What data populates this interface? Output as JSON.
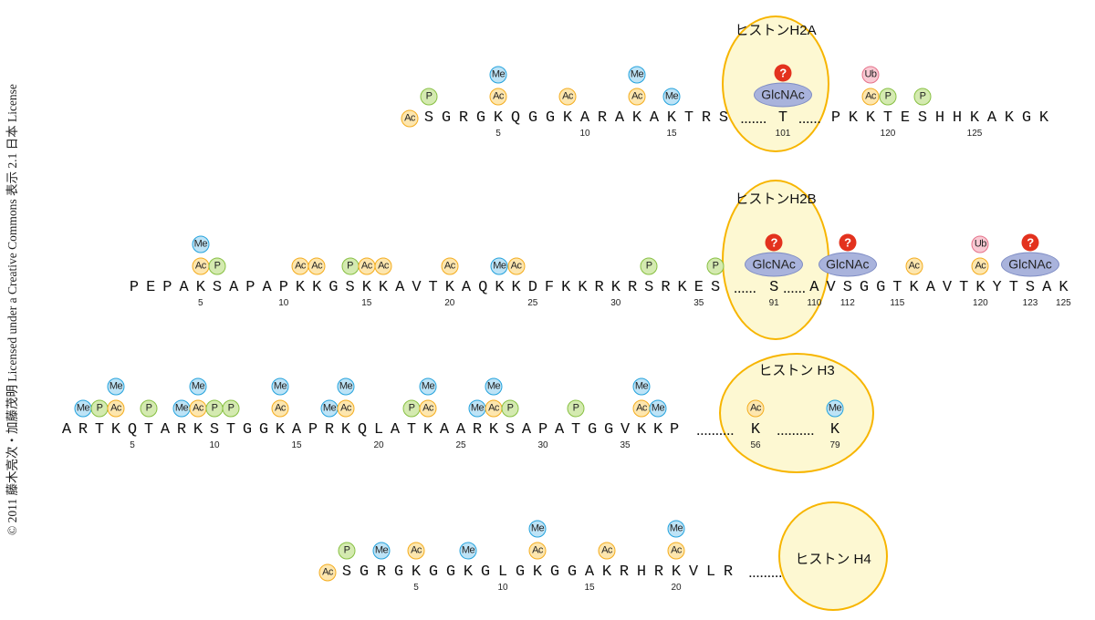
{
  "copyright": "© 2011 藤木亮次・加藤茂明 Licensed under a Creative Commons 表示 2.1 日本 License",
  "colors": {
    "Ac": "#f4ad1f",
    "P": "#88c043",
    "Me": "#25a3dd",
    "Ub": "#e5728a",
    "GlcNAc": "#7e8cc4",
    "unknown": "#e3321e",
    "highlight": "#f7b500"
  },
  "rows": [
    {
      "title": "ヒストンH2A",
      "nterm": [
        "Ac"
      ],
      "segments": [
        {
          "seq": "SGRGKQGGKARAKAKTRS",
          "start": 1
        },
        {
          "dots": "......."
        },
        {
          "seq": "T",
          "start": 101
        },
        {
          "dots": "......"
        },
        {
          "seq": "PKKTESHHKAKGK",
          "start": 117
        }
      ],
      "mods": {
        "1": [
          "P"
        ],
        "5": [
          "Ac",
          "Me"
        ],
        "9": [
          "Ac"
        ],
        "13": [
          "Ac",
          "Me"
        ],
        "15": [
          "Me"
        ],
        "101": [
          "GlcNAc",
          "?"
        ],
        "119": [
          "Ac",
          "Ub"
        ],
        "120": [
          "P"
        ],
        "122": [
          "P"
        ]
      },
      "labels": [
        5,
        10,
        15,
        101,
        120,
        125
      ]
    },
    {
      "title": "ヒストンH2B",
      "nterm": [],
      "segments": [
        {
          "seq": "PEPAKSAPAPKKGSKKAVTKAQKKDFKKRKRSRKES",
          "start": 1
        },
        {
          "dots": "......"
        },
        {
          "seq": "S",
          "start": 91
        },
        {
          "dots": "......"
        },
        {
          "seq": "AVSGGTKAVTKYTSAK",
          "start": 110
        }
      ],
      "mods": {
        "5": [
          "Ac",
          "Me"
        ],
        "6": [
          "P"
        ],
        "11": [
          "Ac"
        ],
        "12": [
          "Ac"
        ],
        "14": [
          "P"
        ],
        "15": [
          "Ac"
        ],
        "16": [
          "Ac"
        ],
        "20": [
          "Ac"
        ],
        "23": [
          "Me"
        ],
        "24": [
          "Ac"
        ],
        "32": [
          "P"
        ],
        "36": [
          "P"
        ],
        "91": [
          "GlcNAc",
          "?"
        ],
        "112": [
          "GlcNAc",
          "?"
        ],
        "116": [
          "Ac"
        ],
        "120": [
          "Ac",
          "Ub"
        ],
        "123": [
          "GlcNAc",
          "?"
        ]
      },
      "labels": [
        5,
        10,
        15,
        20,
        25,
        30,
        35,
        91,
        110,
        112,
        115,
        120,
        123,
        125
      ]
    },
    {
      "title": "ヒストン H3",
      "nterm": [],
      "segments": [
        {
          "seq": "ARTKQTARKSTGGKAPRKQLATKAARKSAPATGGVKKP",
          "start": 1
        },
        {
          "dots": ".........."
        },
        {
          "seq": "K",
          "start": 56
        },
        {
          "dots": ".........."
        },
        {
          "seq": "K",
          "start": 79
        }
      ],
      "mods": {
        "2": [
          "Me"
        ],
        "3": [
          "P"
        ],
        "4": [
          "Ac",
          "Me"
        ],
        "6": [
          "P"
        ],
        "8": [
          "Me"
        ],
        "9": [
          "Ac",
          "Me"
        ],
        "10": [
          "P"
        ],
        "11": [
          "P"
        ],
        "14": [
          "Ac",
          "Me"
        ],
        "17": [
          "Me"
        ],
        "18": [
          "Ac",
          "Me"
        ],
        "22": [
          "P"
        ],
        "23": [
          "Ac",
          "Me"
        ],
        "26": [
          "Me"
        ],
        "27": [
          "Ac",
          "Me"
        ],
        "28": [
          "P"
        ],
        "32": [
          "P"
        ],
        "36": [
          "Ac",
          "Me"
        ],
        "37": [
          "Me"
        ],
        "56": [
          "Ac"
        ],
        "79": [
          "Me"
        ]
      },
      "labels": [
        5,
        10,
        15,
        20,
        25,
        30,
        35,
        56,
        79
      ]
    },
    {
      "title": "ヒストン H4",
      "nterm": [
        "Ac"
      ],
      "segments": [
        {
          "seq": "SGRGKGGKGLGKGGAKRHRKVLR",
          "start": 1
        },
        {
          "dots": "........."
        }
      ],
      "mods": {
        "1": [
          "P"
        ],
        "3": [
          "Me"
        ],
        "5": [
          "Ac"
        ],
        "8": [
          "Me"
        ],
        "12": [
          "Ac",
          "Me"
        ],
        "16": [
          "Ac"
        ],
        "20": [
          "Ac",
          "Me"
        ]
      },
      "labels": [
        5,
        10,
        15,
        20
      ]
    }
  ]
}
